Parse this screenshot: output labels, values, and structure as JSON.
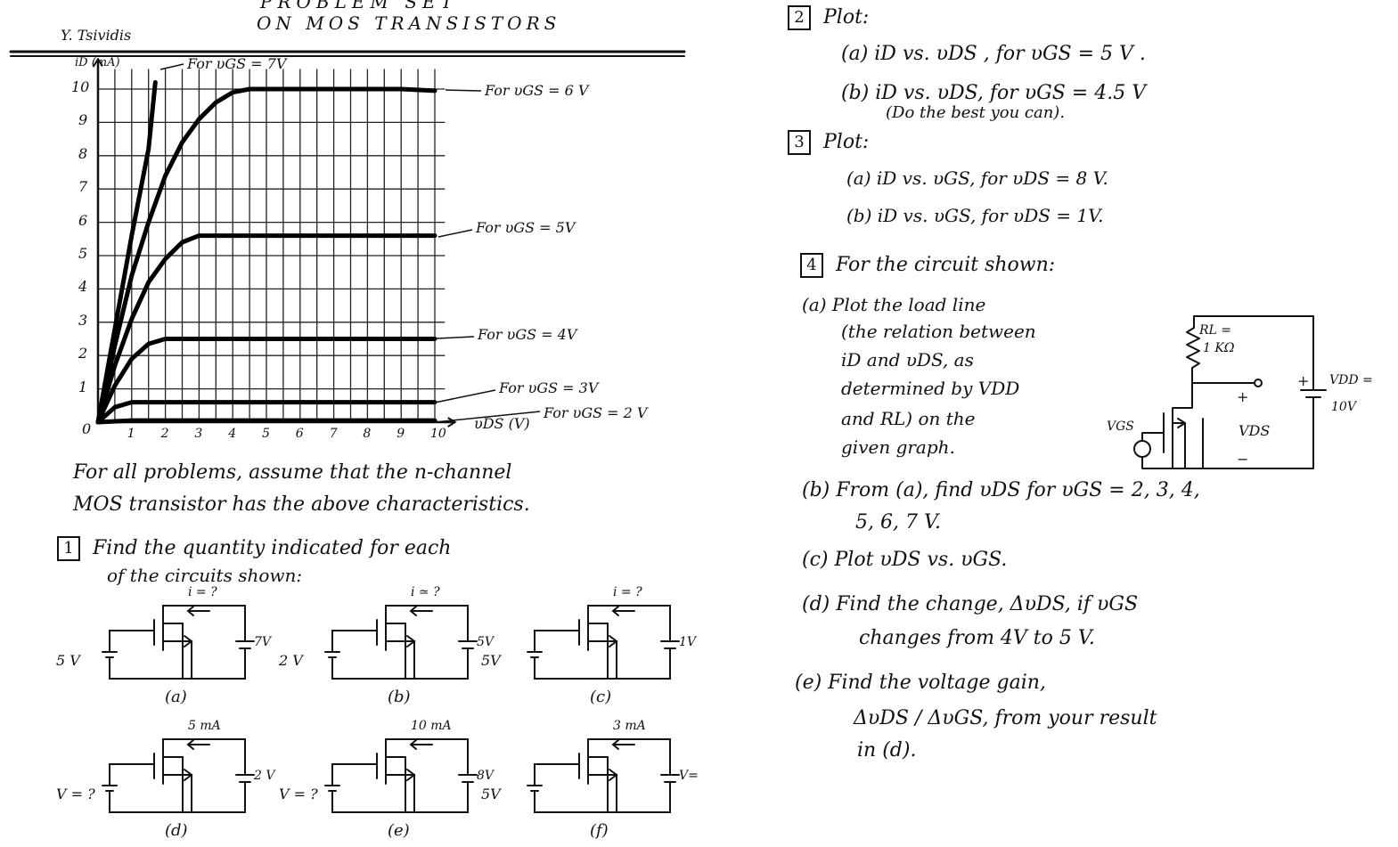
{
  "header": {
    "title_line1": "PROBLEM SET",
    "title_line2": "ON MOS TRANSISTORS",
    "author": "Y. Tsividis"
  },
  "chart_data": {
    "type": "line",
    "xlabel": "υDS (V)",
    "ylabel": "iD (mA)",
    "xlim": [
      0,
      10
    ],
    "ylim": [
      0,
      10
    ],
    "x_ticks": [
      "1",
      "2",
      "3",
      "4",
      "5",
      "6",
      "7",
      "8",
      "9",
      "10"
    ],
    "y_ticks": [
      "1",
      "2",
      "3",
      "4",
      "5",
      "6",
      "7",
      "8",
      "9",
      "10"
    ],
    "origin_label": "0",
    "grid": true,
    "series": [
      {
        "name": "For υGS = 2 V",
        "sat": 0.05,
        "vov": 0.3,
        "x": [
          0,
          1,
          2,
          3,
          4,
          5,
          6,
          7,
          8,
          9,
          10
        ],
        "y": [
          0,
          0.05,
          0.05,
          0.05,
          0.05,
          0.05,
          0.05,
          0.05,
          0.05,
          0.05,
          0.05
        ]
      },
      {
        "name": "For υGS = 3V",
        "sat": 0.6,
        "vov": 1.0,
        "x": [
          0,
          0.5,
          1,
          1.5,
          2,
          3,
          4,
          5,
          6,
          7,
          8,
          9,
          10
        ],
        "y": [
          0,
          0.45,
          0.6,
          0.6,
          0.6,
          0.6,
          0.6,
          0.6,
          0.6,
          0.6,
          0.6,
          0.6,
          0.6
        ]
      },
      {
        "name": "For υGS = 4V",
        "sat": 2.5,
        "vov": 2.0,
        "x": [
          0,
          0.5,
          1,
          1.5,
          2,
          2.5,
          3,
          4,
          5,
          6,
          7,
          8,
          9,
          10
        ],
        "y": [
          0,
          1.1,
          1.9,
          2.35,
          2.5,
          2.5,
          2.5,
          2.5,
          2.5,
          2.5,
          2.5,
          2.5,
          2.5,
          2.5
        ]
      },
      {
        "name": "For υGS = 5V",
        "sat": 5.6,
        "vov": 3.0,
        "x": [
          0,
          0.5,
          1,
          1.5,
          2,
          2.5,
          3,
          3.5,
          4,
          5,
          6,
          7,
          8,
          9,
          10
        ],
        "y": [
          0,
          1.7,
          3.1,
          4.2,
          4.9,
          5.4,
          5.6,
          5.6,
          5.6,
          5.6,
          5.6,
          5.6,
          5.6,
          5.6,
          5.6
        ]
      },
      {
        "name": "For υGS = 6 V",
        "sat": 10.0,
        "vov": 4.0,
        "x": [
          0,
          0.5,
          1,
          1.5,
          2,
          2.5,
          3,
          3.5,
          4,
          4.5,
          5,
          6,
          7,
          8,
          9,
          10
        ],
        "y": [
          0,
          2.3,
          4.4,
          6.0,
          7.4,
          8.4,
          9.1,
          9.6,
          9.9,
          10.0,
          10.0,
          10.0,
          10.0,
          10.0,
          10.0,
          9.95
        ]
      },
      {
        "name": "For υGS = 7V",
        "sat": 15.6,
        "vov": 5.0,
        "x": [
          0,
          0.5,
          1,
          1.5,
          1.7
        ],
        "y": [
          0,
          2.8,
          5.6,
          8.2,
          10.2
        ]
      }
    ]
  },
  "text": {
    "assume_line1": "For all problems, assume that the n-channel",
    "assume_line2": "MOS transistor has the above characteristics.",
    "p1_num": "1",
    "p1_line1": "Find the quantity indicated for each",
    "p1_line2": "of the circuits shown:",
    "p2_num": "2",
    "p2_title": "Plot:",
    "p2_a": "(a) iD vs. υDS , for υGS = 5 V .",
    "p2_b": "(b) iD vs. υDS, for υGS = 4.5 V",
    "p2_b2": "(Do the best you can).",
    "p3_num": "3",
    "p3_title": "Plot:",
    "p3_a": "(a)  iD vs. υGS, for υDS = 8 V.",
    "p3_b": "(b)  iD vs. υGS, for υDS = 1V.",
    "p4_num": "4",
    "p4_title": "For the circuit shown:",
    "p4_a1": "(a) Plot the load line",
    "p4_a2": "(the relation between",
    "p4_a3": "iD and υDS, as",
    "p4_a4": "determined by VDD",
    "p4_a5": "and RL) on the",
    "p4_a6": "given graph.",
    "p4_b1": "(b) From (a), find υDS for υGS = 2, 3, 4,",
    "p4_b2": "5, 6, 7 V.",
    "p4_c": "(c)  Plot υDS vs. υGS.",
    "p4_d1": "(d)  Find the change, ΔυDS, if υGS",
    "p4_d2": "changes from 4V to 5 V.",
    "p4_e1": "(e)  Find the voltage gain,",
    "p4_e2": "ΔυDS / ΔυGS, from your result",
    "p4_e3": "in (d)."
  },
  "circuits": [
    {
      "caption": "(a)",
      "left": "5 V",
      "right": "7V",
      "current": "i = ?"
    },
    {
      "caption": "(b)",
      "left": "2 V",
      "right": "5V",
      "current": "i ≃ ?"
    },
    {
      "caption": "(c)",
      "left": "5V",
      "right": "1V",
      "current": "i = ?"
    },
    {
      "caption": "(d)",
      "left": "V = ?",
      "right": "2 V",
      "current": "5 mA"
    },
    {
      "caption": "(e)",
      "left": "V = ?",
      "right": "8V",
      "current": "10 mA"
    },
    {
      "caption": "(f)",
      "left": "5V",
      "right": "V=",
      "current": "3 mA"
    }
  ],
  "p4_circuit": {
    "rl_label1": "RL =",
    "rl_label2": "1 KΩ",
    "vdd_label1": "VDD =",
    "vdd_label2": "10V",
    "vgs": "VGS",
    "vds": "VDS",
    "plus": "+",
    "minus": "−"
  }
}
